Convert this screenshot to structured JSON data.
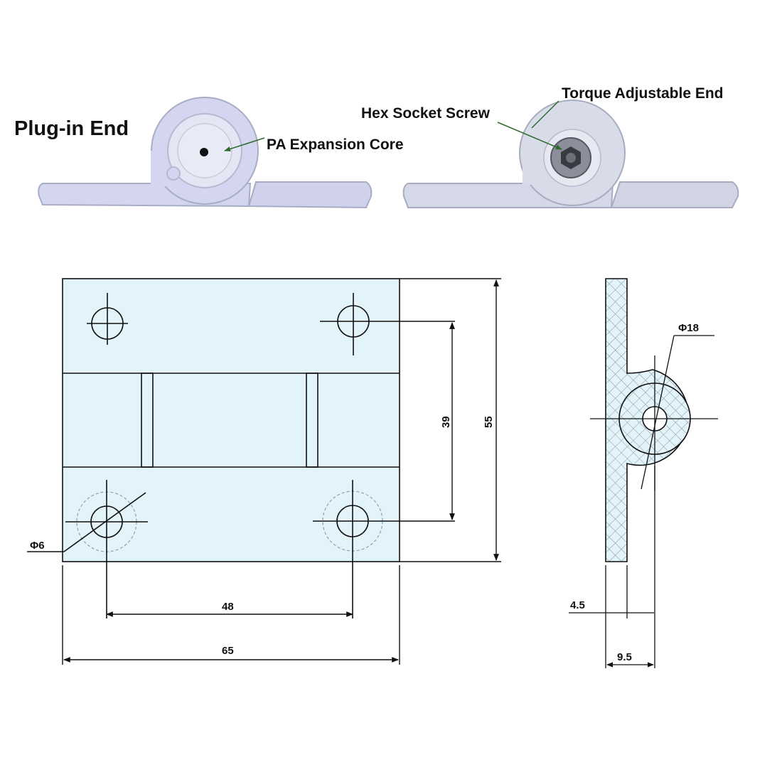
{
  "labels": {
    "plug_in_end": "Plug-in End",
    "pa_expansion_core": "PA Expansion Core",
    "hex_socket_screw": "Hex Socket Screw",
    "torque_adjustable_end": "Torque Adjustable End"
  },
  "dimensions": {
    "hole_diameter": "Φ6",
    "hole_spacing_horizontal": "48",
    "overall_width": "65",
    "hole_spacing_vertical": "39",
    "overall_height": "55",
    "knuckle_diameter": "Φ18",
    "leaf_thickness": "4.5",
    "overall_thickness": "9.5"
  },
  "colors": {
    "metal": "#d3d6ee",
    "metal_dark": "#a9acc6",
    "core": "#e4e6f4",
    "drawing_fill": "#e2f3f9",
    "line": "#111111",
    "leader": "#2e6b2e"
  }
}
